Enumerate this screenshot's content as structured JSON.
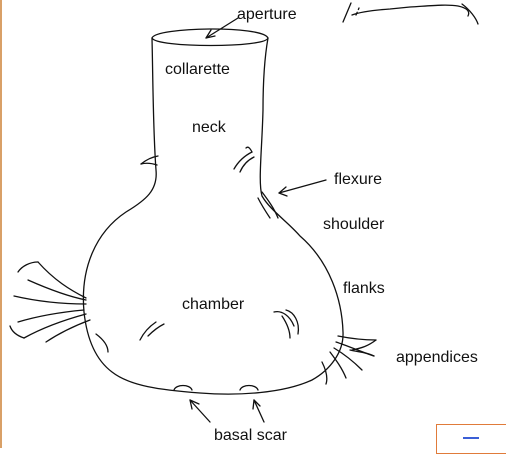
{
  "figure": {
    "labels": {
      "aperture": "aperture",
      "collarette": "collarette",
      "neck": "neck",
      "flexure": "flexure",
      "shoulder": "shoulder",
      "flanks": "flanks",
      "chamber": "chamber",
      "appendices": "appendices",
      "basal_scar": "basal scar"
    },
    "colors": {
      "ink": "#111111",
      "frame": "#d9a067",
      "box_border": "#e07b3a",
      "box_accent": "#3b5fd6"
    }
  }
}
